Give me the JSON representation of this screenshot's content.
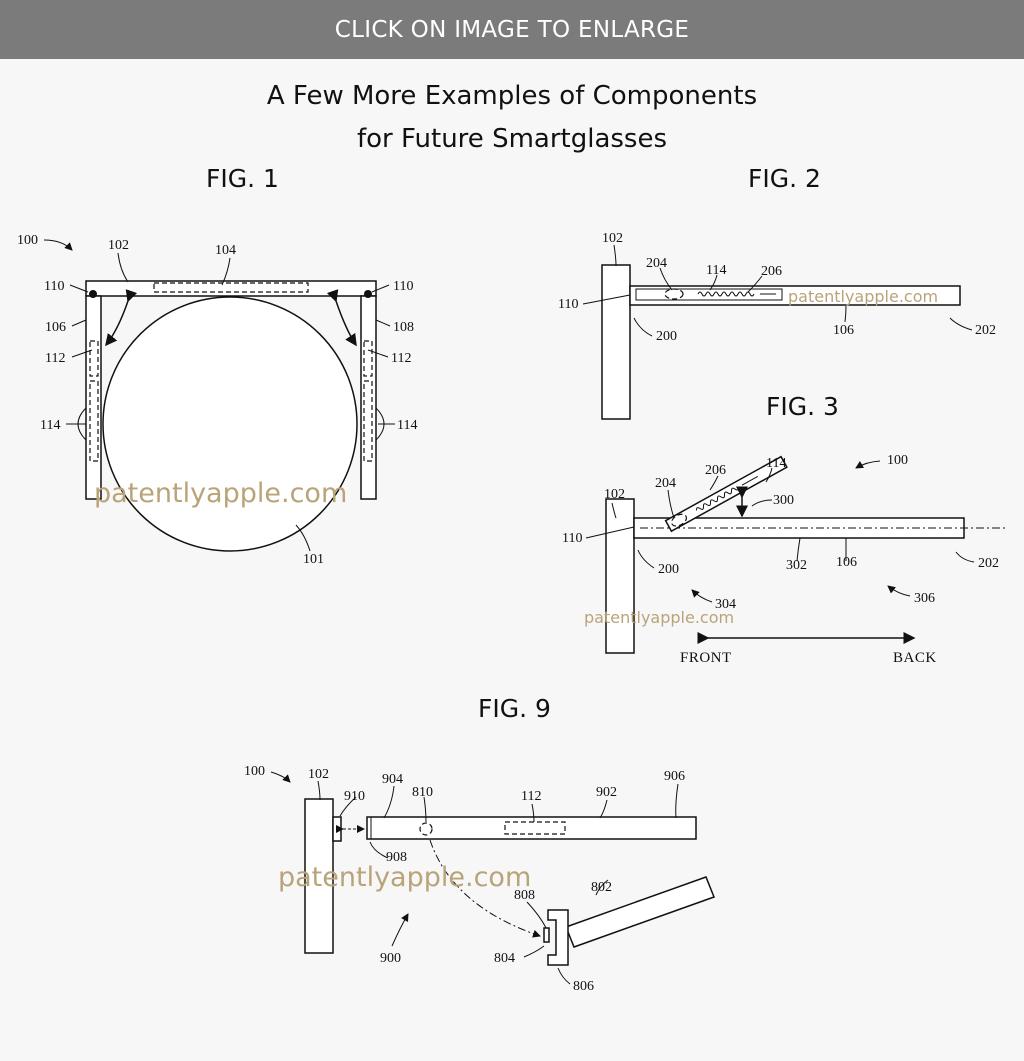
{
  "banner": {
    "text": "CLICK ON IMAGE TO ENLARGE"
  },
  "title": {
    "line1": "A Few More Examples of Components",
    "line2": "for Future Smartglasses"
  },
  "figures": {
    "fig1": "FIG. 1",
    "fig2": "FIG. 2",
    "fig3": "FIG. 3",
    "fig9": "FIG. 9"
  },
  "watermark": "patentlyapple.com",
  "directions": {
    "front": "FRONT",
    "back": "BACK"
  },
  "refs": {
    "r100": "100",
    "r101": "101",
    "r102": "102",
    "r104": "104",
    "r106": "106",
    "r108": "108",
    "r110": "110",
    "r112": "112",
    "r114": "114",
    "r200": "200",
    "r202": "202",
    "r204": "204",
    "r206": "206",
    "r300": "300",
    "r302": "302",
    "r304": "304",
    "r306": "306",
    "r802": "802",
    "r804": "804",
    "r806": "806",
    "r808": "808",
    "r810": "810",
    "r900": "900",
    "r902": "902",
    "r904": "904",
    "r906": "906",
    "r908": "908",
    "r910": "910"
  },
  "colors": {
    "banner": "#7b7b7b",
    "watermark": "#b9a47a",
    "background": "#f7f7f7"
  }
}
